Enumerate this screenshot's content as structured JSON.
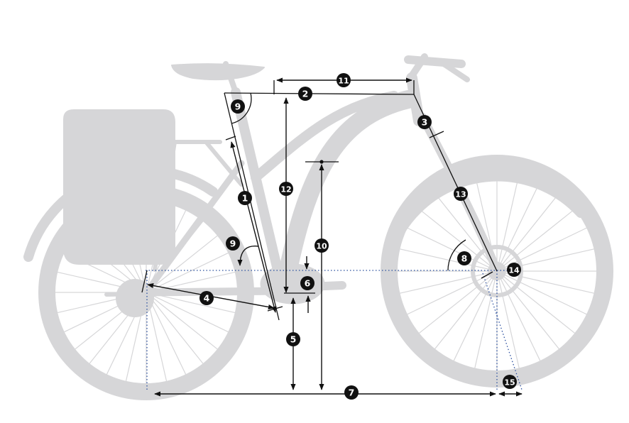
{
  "diagram": {
    "colors": {
      "bike": "#d6d6d8",
      "line": "#111111",
      "guide": "#2b4f9e",
      "badge": "#111111",
      "badge_text": "#ffffff"
    },
    "markers": [
      {
        "id": "m1",
        "label": "1"
      },
      {
        "id": "m2",
        "label": "2"
      },
      {
        "id": "m3",
        "label": "3"
      },
      {
        "id": "m4",
        "label": "4"
      },
      {
        "id": "m5",
        "label": "5"
      },
      {
        "id": "m6",
        "label": "6"
      },
      {
        "id": "m7",
        "label": "7"
      },
      {
        "id": "m8",
        "label": "8"
      },
      {
        "id": "m9a",
        "label": "9"
      },
      {
        "id": "m9b",
        "label": "9"
      },
      {
        "id": "m10",
        "label": "10"
      },
      {
        "id": "m11",
        "label": "11"
      },
      {
        "id": "m12",
        "label": "12"
      },
      {
        "id": "m13",
        "label": "13"
      },
      {
        "id": "m14",
        "label": "14"
      },
      {
        "id": "m15",
        "label": "15"
      }
    ]
  }
}
